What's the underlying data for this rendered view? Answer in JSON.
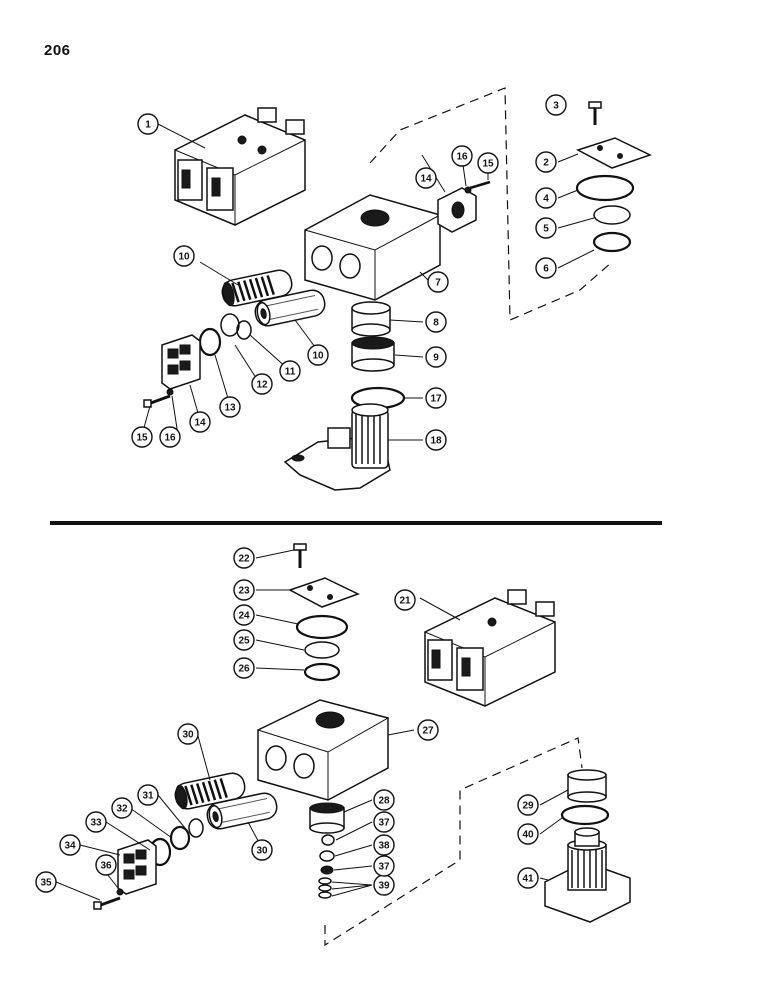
{
  "page_number": "206",
  "callouts": [
    "1",
    "2",
    "3",
    "4",
    "5",
    "6",
    "7",
    "8",
    "9",
    "10",
    "11",
    "12",
    "13",
    "14",
    "15",
    "16",
    "17",
    "18",
    "21",
    "22",
    "23",
    "24",
    "25",
    "26",
    "27",
    "28",
    "29",
    "30",
    "31",
    "32",
    "33",
    "34",
    "35",
    "36",
    "37",
    "38",
    "39",
    "40",
    "41"
  ]
}
